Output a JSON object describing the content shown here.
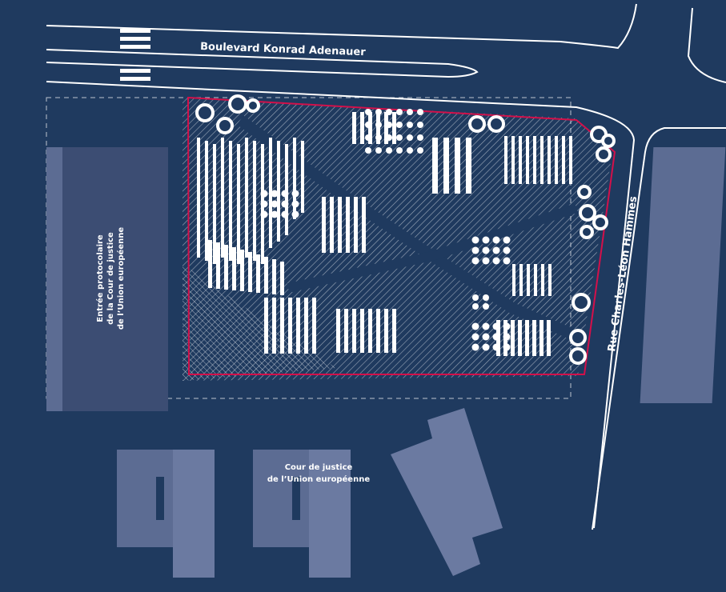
{
  "colors": {
    "background": "#1f3a5f",
    "road_line": "#ffffff",
    "building_dark": "#5c6c93",
    "building_light": "#6b7aa1",
    "plot_outline": "#d3104a",
    "pattern": "#ffffff"
  },
  "labels": {
    "boulevard": "Boulevard Konrad Adenauer",
    "rue": "Rue Charles-Léon Hammes",
    "entree_line1": "Entrée protocolaire",
    "entree_line2": "de la Cour de justice",
    "entree_line3": "de l’Union européenne",
    "cour_line1": "Cour de justice",
    "cour_line2": "de l’Union européenne"
  },
  "icons": {
    "crosswalk": "crosswalk-icon",
    "tree": "tree-ring-icon"
  }
}
